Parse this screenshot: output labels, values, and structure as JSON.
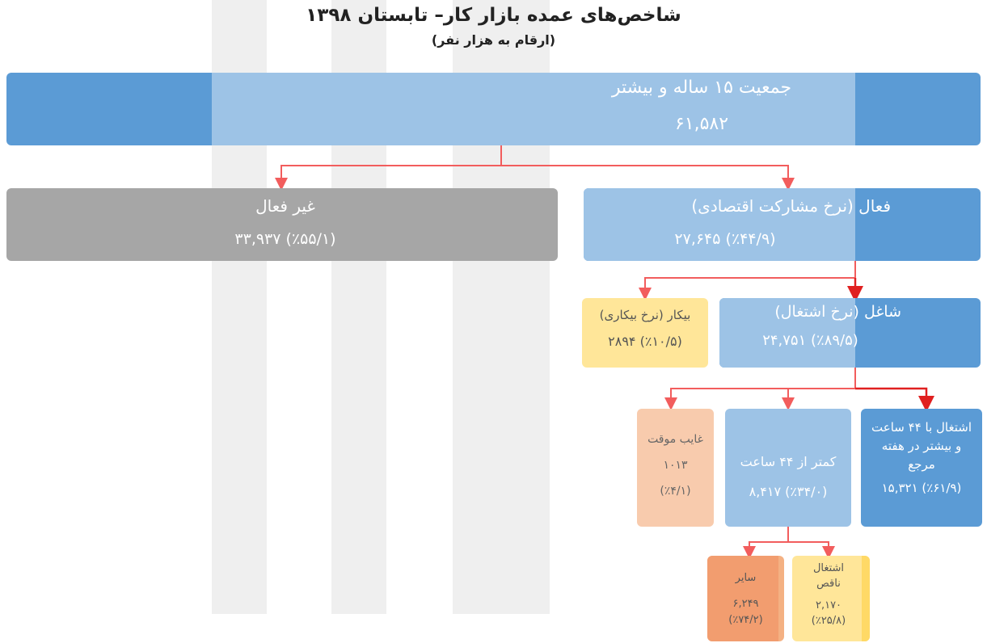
{
  "title": "شاخص‌های عمده بازار کار– تابستان ۱۳۹۸",
  "subtitle": "(ارقام به هزار نفر)",
  "colors": {
    "blue": "#5b9bd5",
    "gray": "#a6a6a6",
    "yellow": "#ffe699",
    "peach": "#f4b183",
    "orange": "#f08c5e",
    "connector": "#f25d5d",
    "connector_strong": "#e02020"
  },
  "nodes": {
    "population": {
      "label": "جمعیت ۱۵ ساله و بیشتر",
      "value": "۶۱,۵۸۲"
    },
    "inactive": {
      "label": "غیر فعال",
      "value": "(٪۵۵/۱) ۳۳,۹۳۷"
    },
    "active": {
      "label": "فعال (نرخ مشارکت اقتصادی)",
      "value": "(٪۴۴/۹) ۲۷,۶۴۵"
    },
    "unemployed": {
      "label": "بیکار (نرخ بیکاری)",
      "value": "(٪۱۰/۵) ۲۸۹۴"
    },
    "employed": {
      "label": "شاغل (نرخ اشتغال)",
      "value": "(٪۸۹/۵) ۲۴,۷۵۱"
    },
    "full_time": {
      "line1": "اشتغال با ۴۴ ساعت",
      "line2": "و بیشتر در هفته",
      "line3": "مرجع",
      "value": "(٪۶۱/۹)  ۱۵,۳۲۱"
    },
    "less_44": {
      "label": "کمتر از ۴۴ ساعت",
      "value": "(٪۳۴/۰)  ۸,۴۱۷"
    },
    "temp_absent": {
      "label": "غایب موقت",
      "value": "۱۰۱۳",
      "percent": "(٪۴/۱)"
    },
    "underemployed": {
      "line1": "اشتغال",
      "line2": "ناقص",
      "value": "۲,۱۷۰",
      "percent": "(٪۲۵/۸)"
    },
    "other": {
      "label": "سایر",
      "value": "۶,۲۴۹",
      "percent": "(٪۷۴/۲)"
    }
  }
}
